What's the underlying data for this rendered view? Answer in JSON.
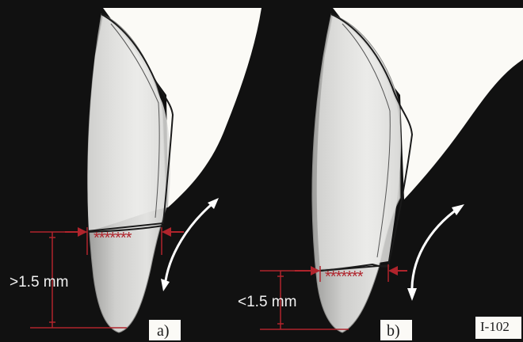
{
  "figure": {
    "figure_id": "I-102",
    "panels": [
      {
        "label": "a)",
        "measurement": ">1.5 mm",
        "marker_text": "*******"
      },
      {
        "label": "b)",
        "measurement": "<1.5 mm",
        "marker_text": "*******"
      }
    ]
  },
  "colors": {
    "background": "#111111",
    "tooth_shadow": "#b7b7b5",
    "tooth_light": "#e6e6e4",
    "gingiva": "#fbfaf6",
    "measure_red": "#b0242c",
    "arrow_white": "#ffffff"
  },
  "icons": {
    "rotation_arrow": "double-headed-curved-arrow-icon",
    "margin_arrow": "red-arrowhead-icon"
  }
}
